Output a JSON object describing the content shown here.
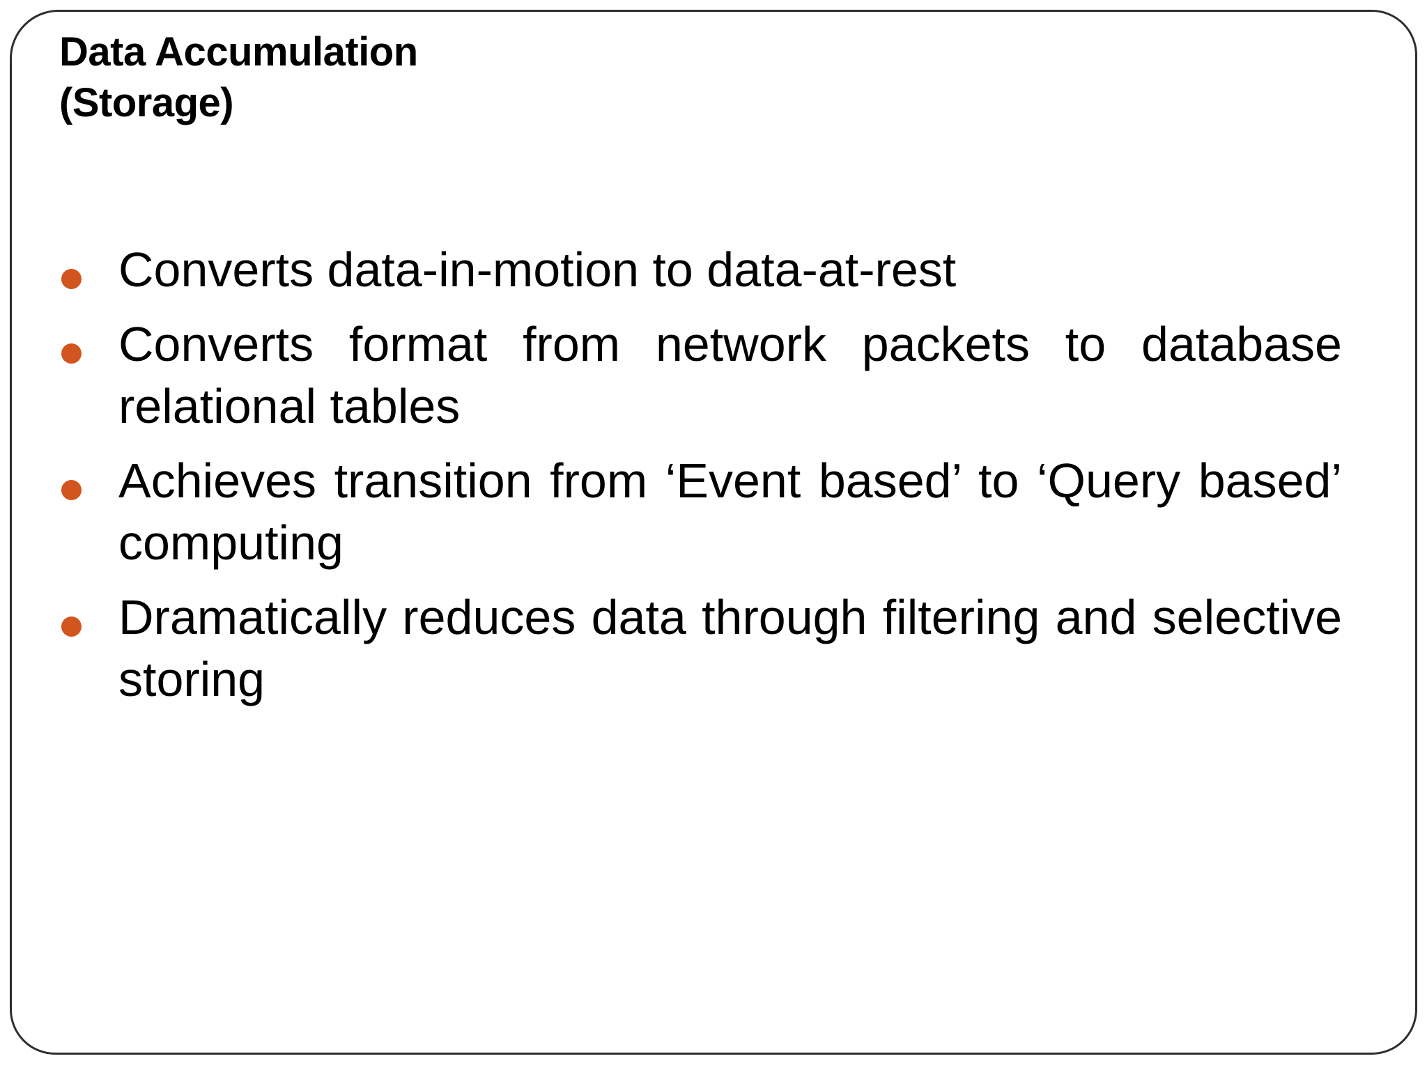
{
  "slide": {
    "title": {
      "line1": "Data Accumulation",
      "line2": "(Storage)"
    },
    "bullets": [
      "Converts data-in-motion to data-at-rest",
      "Converts format from network packets to database relational tables",
      "Achieves transition from ‘Event based’ to ‘Query based’ computing",
      "Dramatically reduces data through filtering and selective storing"
    ],
    "colors": {
      "bullet_dot": "#d2541e",
      "text": "#000000",
      "frame_border": "#2e2e2e",
      "background": "#ffffff"
    }
  }
}
